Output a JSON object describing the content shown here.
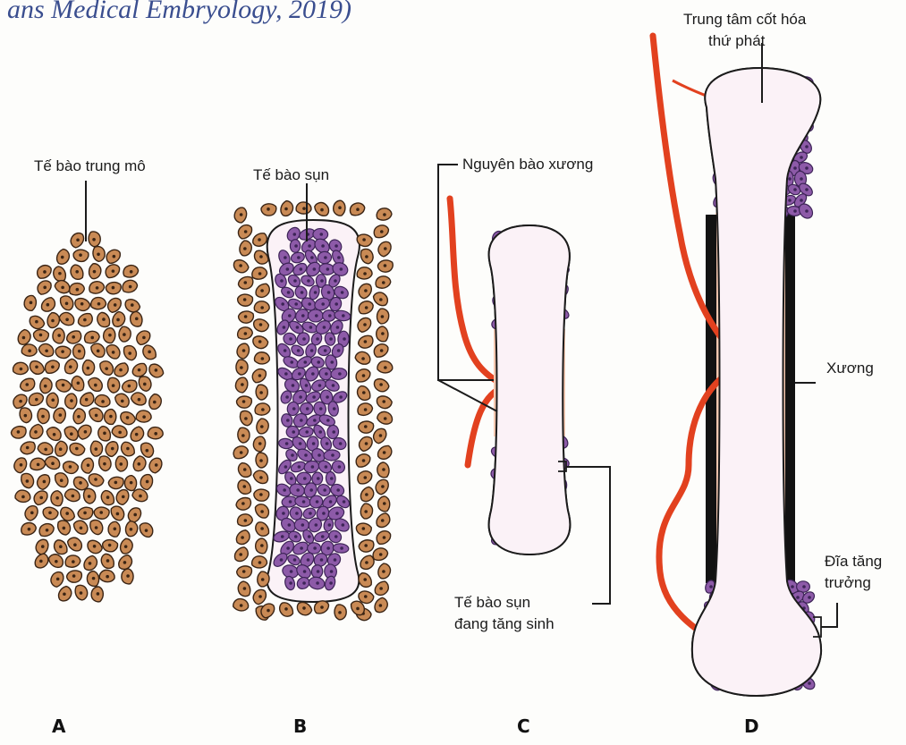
{
  "caption": "ans Medical Embryology, 2019)",
  "colors": {
    "mesenchyme_fill": "#c98a55",
    "mesenchyme_outline": "#3a2414",
    "chondrocyte_fill": "#8d5aa8",
    "chondrocyte_outline": "#3d2457",
    "bone_matrix": "#f6c8b0",
    "blood_vessel": "#e2411f",
    "osteoblast": "#141414",
    "periosteum": "#121212"
  },
  "stages": [
    {
      "letter": "A",
      "label": "Tế bào trung mô"
    },
    {
      "letter": "B",
      "label": "Tế bào sụn"
    },
    {
      "letter": "C",
      "label_top": "Nguyên bào xương",
      "label_bottom_1": "Tế bào sụn",
      "label_bottom_2": "đang tăng sinh"
    },
    {
      "letter": "D",
      "label_top_1": "Trung tâm cốt hóa",
      "label_top_2": "thứ phát",
      "label_bone": "Xương",
      "label_plate_1": "Đĩa tăng",
      "label_plate_2": "trưởng"
    }
  ]
}
